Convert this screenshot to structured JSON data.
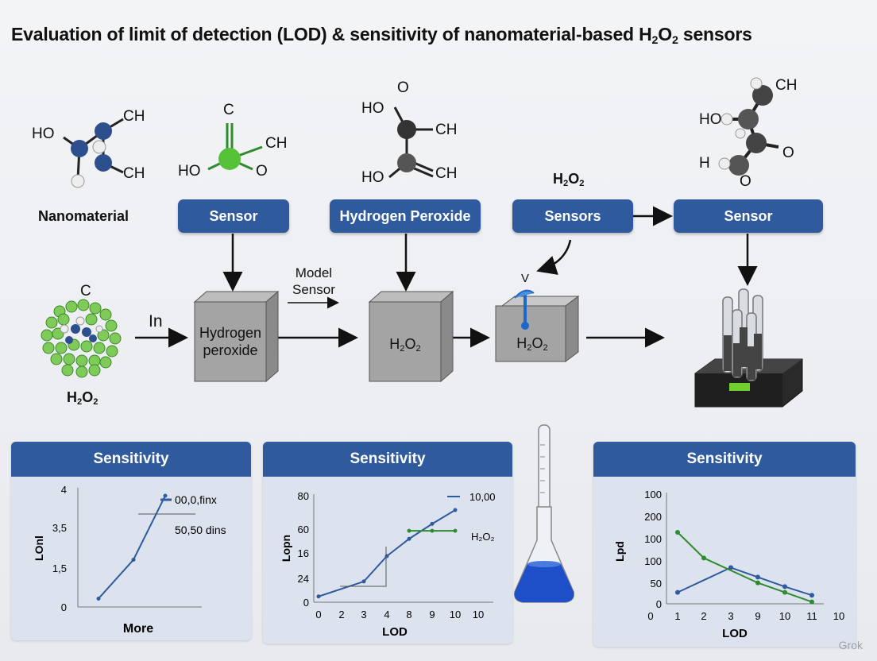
{
  "title": {
    "main": "Evaluation of limit of detection (LOD) &  sensitivity of nanomaterial-based H",
    "sub1": "2",
    "mid": "O",
    "sub2": "2",
    "end": " sensors"
  },
  "molecules": {
    "m1": {
      "ho": "HO",
      "ch_top": "CH",
      "ch_bottom": "CH"
    },
    "m2": {
      "c": "C",
      "ch": "CH",
      "ho": "HO",
      "o": "O"
    },
    "m3": {
      "o": "O",
      "ho_top": "HO",
      "ch_top": "CH",
      "ho_bottom": "HO",
      "ch_bottom": "CH"
    },
    "m4": {
      "ch": "CH",
      "ho": "HO",
      "h": "H",
      "o_right": "O",
      "o_bottom": "O"
    }
  },
  "labels": {
    "nanomaterial": "Nanomaterial",
    "h2o2_above": {
      "h": "H",
      "s1": "2",
      "o": "O",
      "s2": "2"
    },
    "nano_c": "C",
    "nano_h2o2": {
      "h": "H",
      "s1": "2",
      "o": "O",
      "s2": "2"
    },
    "in": "In",
    "model_sensor": "Model\nSensor"
  },
  "buttons": {
    "sensor1": "Sensor",
    "hydrogen_peroxide": "Hydrogen Peroxide",
    "sensors": "Sensors",
    "sensor2": "Sensor"
  },
  "boxes": {
    "box1": "Hydrogen\nperoxide",
    "box2": {
      "h": "H",
      "s1": "2",
      "o": "O",
      "s2": "2"
    },
    "box3": {
      "h": "H",
      "s1": "2",
      "o": "O",
      "s2": "2"
    },
    "box3_top": "V"
  },
  "panels": [
    {
      "header": "Sensitivity",
      "chart_data": {
        "type": "line",
        "ylabel": "LOnl",
        "xlabel": "More",
        "y_ticks": [
          "4",
          "3,5",
          "1,5",
          "0"
        ],
        "legend": [
          "00,0,finx",
          "50,50 dins"
        ],
        "series": [
          {
            "values": [
              0.3,
              1.7,
              4.0
            ]
          }
        ]
      }
    },
    {
      "header": "Sensitivity",
      "chart_data": {
        "type": "line",
        "ylabel": "Lopn",
        "xlabel": "LOD",
        "y_ticks": [
          "80",
          "60",
          "16",
          "24",
          "0"
        ],
        "x_ticks": [
          "0",
          "2",
          "3",
          "4",
          "8",
          "9",
          "10",
          "10"
        ],
        "legend": [
          "10,00",
          "H₂O₂"
        ],
        "series": [
          {
            "values": [
              5,
              18,
              40,
              55,
              68,
              80
            ]
          },
          {
            "values": [
              62,
              62,
              62
            ]
          }
        ]
      }
    },
    {
      "header": "Sensitivity",
      "chart_data": {
        "type": "line",
        "ylabel": "Lpd",
        "xlabel": "LOD",
        "y_ticks": [
          "100",
          "200",
          "100",
          "100",
          "50",
          "0"
        ],
        "x_ticks": [
          "0",
          "1",
          "2",
          "3",
          "9",
          "10",
          "11",
          "10"
        ],
        "series": [
          {
            "color": "#2f5a9e",
            "values": [
              12,
              38,
              28,
              18,
              9
            ]
          },
          {
            "color": "#2e8b2e",
            "values": [
              75,
              48,
              22,
              12,
              2
            ]
          }
        ]
      }
    }
  ],
  "watermark": "Grok",
  "colors": {
    "accent": "#2f5a9e",
    "green": "#2e8b2e",
    "box": "#9a9a9a"
  }
}
